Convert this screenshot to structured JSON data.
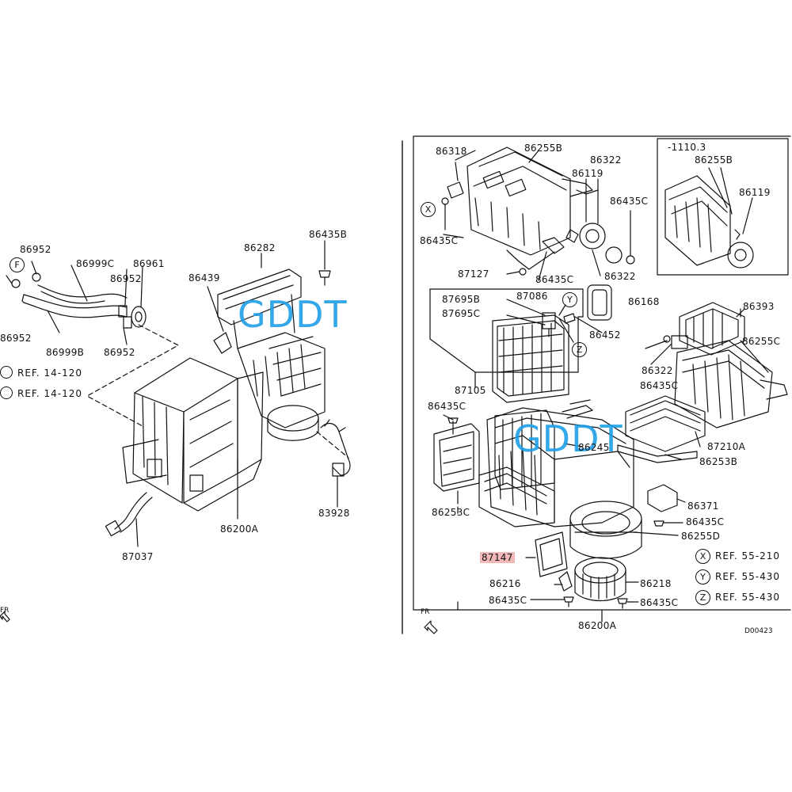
{
  "watermark": "GDDT",
  "left": {
    "labels": {
      "p86952a": "86952",
      "p86999c": "86999C",
      "p86961": "86961",
      "p86952b": "86952",
      "p86952c": "86952",
      "p86999b": "86999B",
      "p86952d": "86952",
      "p86282": "86282",
      "p86435b": "86435B",
      "p86439": "86439",
      "p86200a": "86200A",
      "p83928": "83928",
      "p87037": "87037"
    },
    "circle_f": "F",
    "ref1": "REF. 14-120",
    "ref2": "REF. 14-120",
    "fr": "FR"
  },
  "right": {
    "labels": {
      "p86318": "86318",
      "p86255b": "86255B",
      "p86322a": "86322",
      "p86119": "86119",
      "p86435c_a": "86435C",
      "p86435c_b": "86435C",
      "p87127": "87127",
      "p86435c_c": "86435C",
      "p86322b": "86322",
      "p87695b": "87695B",
      "p87086": "87086",
      "p87695c": "87695C",
      "p86168": "86168",
      "p86393": "86393",
      "p86452": "86452",
      "p86255c": "86255C",
      "p86322c": "86322",
      "p86435c_d": "86435C",
      "p87105": "87105",
      "p86435c_e": "86435C",
      "p86245": "86245",
      "p87210a": "87210A",
      "p86253b": "86253B",
      "p86253c": "86253C",
      "p86371": "86371",
      "p86435c_f": "86435C",
      "p86255d": "86255D",
      "p87147": "87147",
      "p86216": "86216",
      "p86218": "86218",
      "p86435c_g": "86435C",
      "p86435c_h": "86435C",
      "p86200a": "86200A"
    },
    "inset": {
      "title": "-1110.3",
      "p86255b": "86255B",
      "p86119": "86119"
    },
    "circles": {
      "x": "X",
      "y": "Y",
      "z": "Z"
    },
    "refs": {
      "x": "REF. 55-210",
      "y": "REF. 55-430",
      "z": "REF. 55-430"
    },
    "fr": "FR",
    "code": "D00423"
  }
}
